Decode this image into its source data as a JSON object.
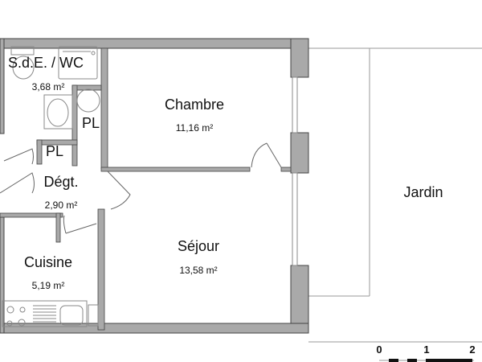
{
  "plan": {
    "wall_color": "#a9a9a9",
    "wall_stroke": "#444444",
    "rooms": [
      {
        "id": "sde-wc",
        "name": "S.d.E. / WC",
        "area": "3,68 m²"
      },
      {
        "id": "chambre",
        "name": "Chambre",
        "area": "11,16 m²"
      },
      {
        "id": "degt",
        "name": "Dégt.",
        "area": "2,90 m²"
      },
      {
        "id": "sejour",
        "name": "Séjour",
        "area": "13,58 m²"
      },
      {
        "id": "cuisine",
        "name": "Cuisine",
        "area": "5,19 m²"
      },
      {
        "id": "jardin",
        "name": "Jardin"
      }
    ],
    "closets": [
      {
        "id": "pl-1",
        "name": "PL"
      },
      {
        "id": "pl-2",
        "name": "PL"
      }
    ],
    "scale_bar": {
      "ticks": [
        "0",
        "1",
        "2"
      ],
      "unit_hint": "m"
    }
  }
}
